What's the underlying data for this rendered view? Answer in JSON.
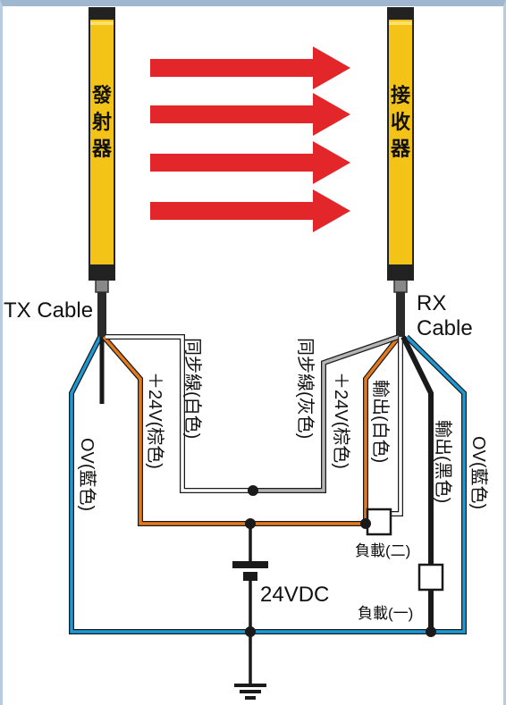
{
  "emitter": {
    "label_chars": [
      "發",
      "射",
      "器"
    ],
    "cable": "TX Cable"
  },
  "receiver": {
    "label_chars": [
      "接",
      "收",
      "器"
    ],
    "cable": "RX Cable"
  },
  "wires": {
    "sync_white": "同步線(白色)",
    "sync_gray": "同步線(灰色)",
    "v24_brown_tx": "＋24V(棕色)",
    "v24_brown_rx": "＋24V(棕色)",
    "out_white": "輸出(白色)",
    "out_black": "輸出(黑色)",
    "ov_blue_left": "OV(藍色)",
    "ov_blue_right": "OV(藍色)"
  },
  "supply": "24VDC",
  "load1": "負載(一)",
  "load2": "負載(二)",
  "colors": {
    "sensor": "#f3c317",
    "beam": "#e3262a",
    "blue": "#1a9ad6",
    "orange": "#e57a1c",
    "gray": "#b5b5b5",
    "black": "#1a1a1a"
  }
}
